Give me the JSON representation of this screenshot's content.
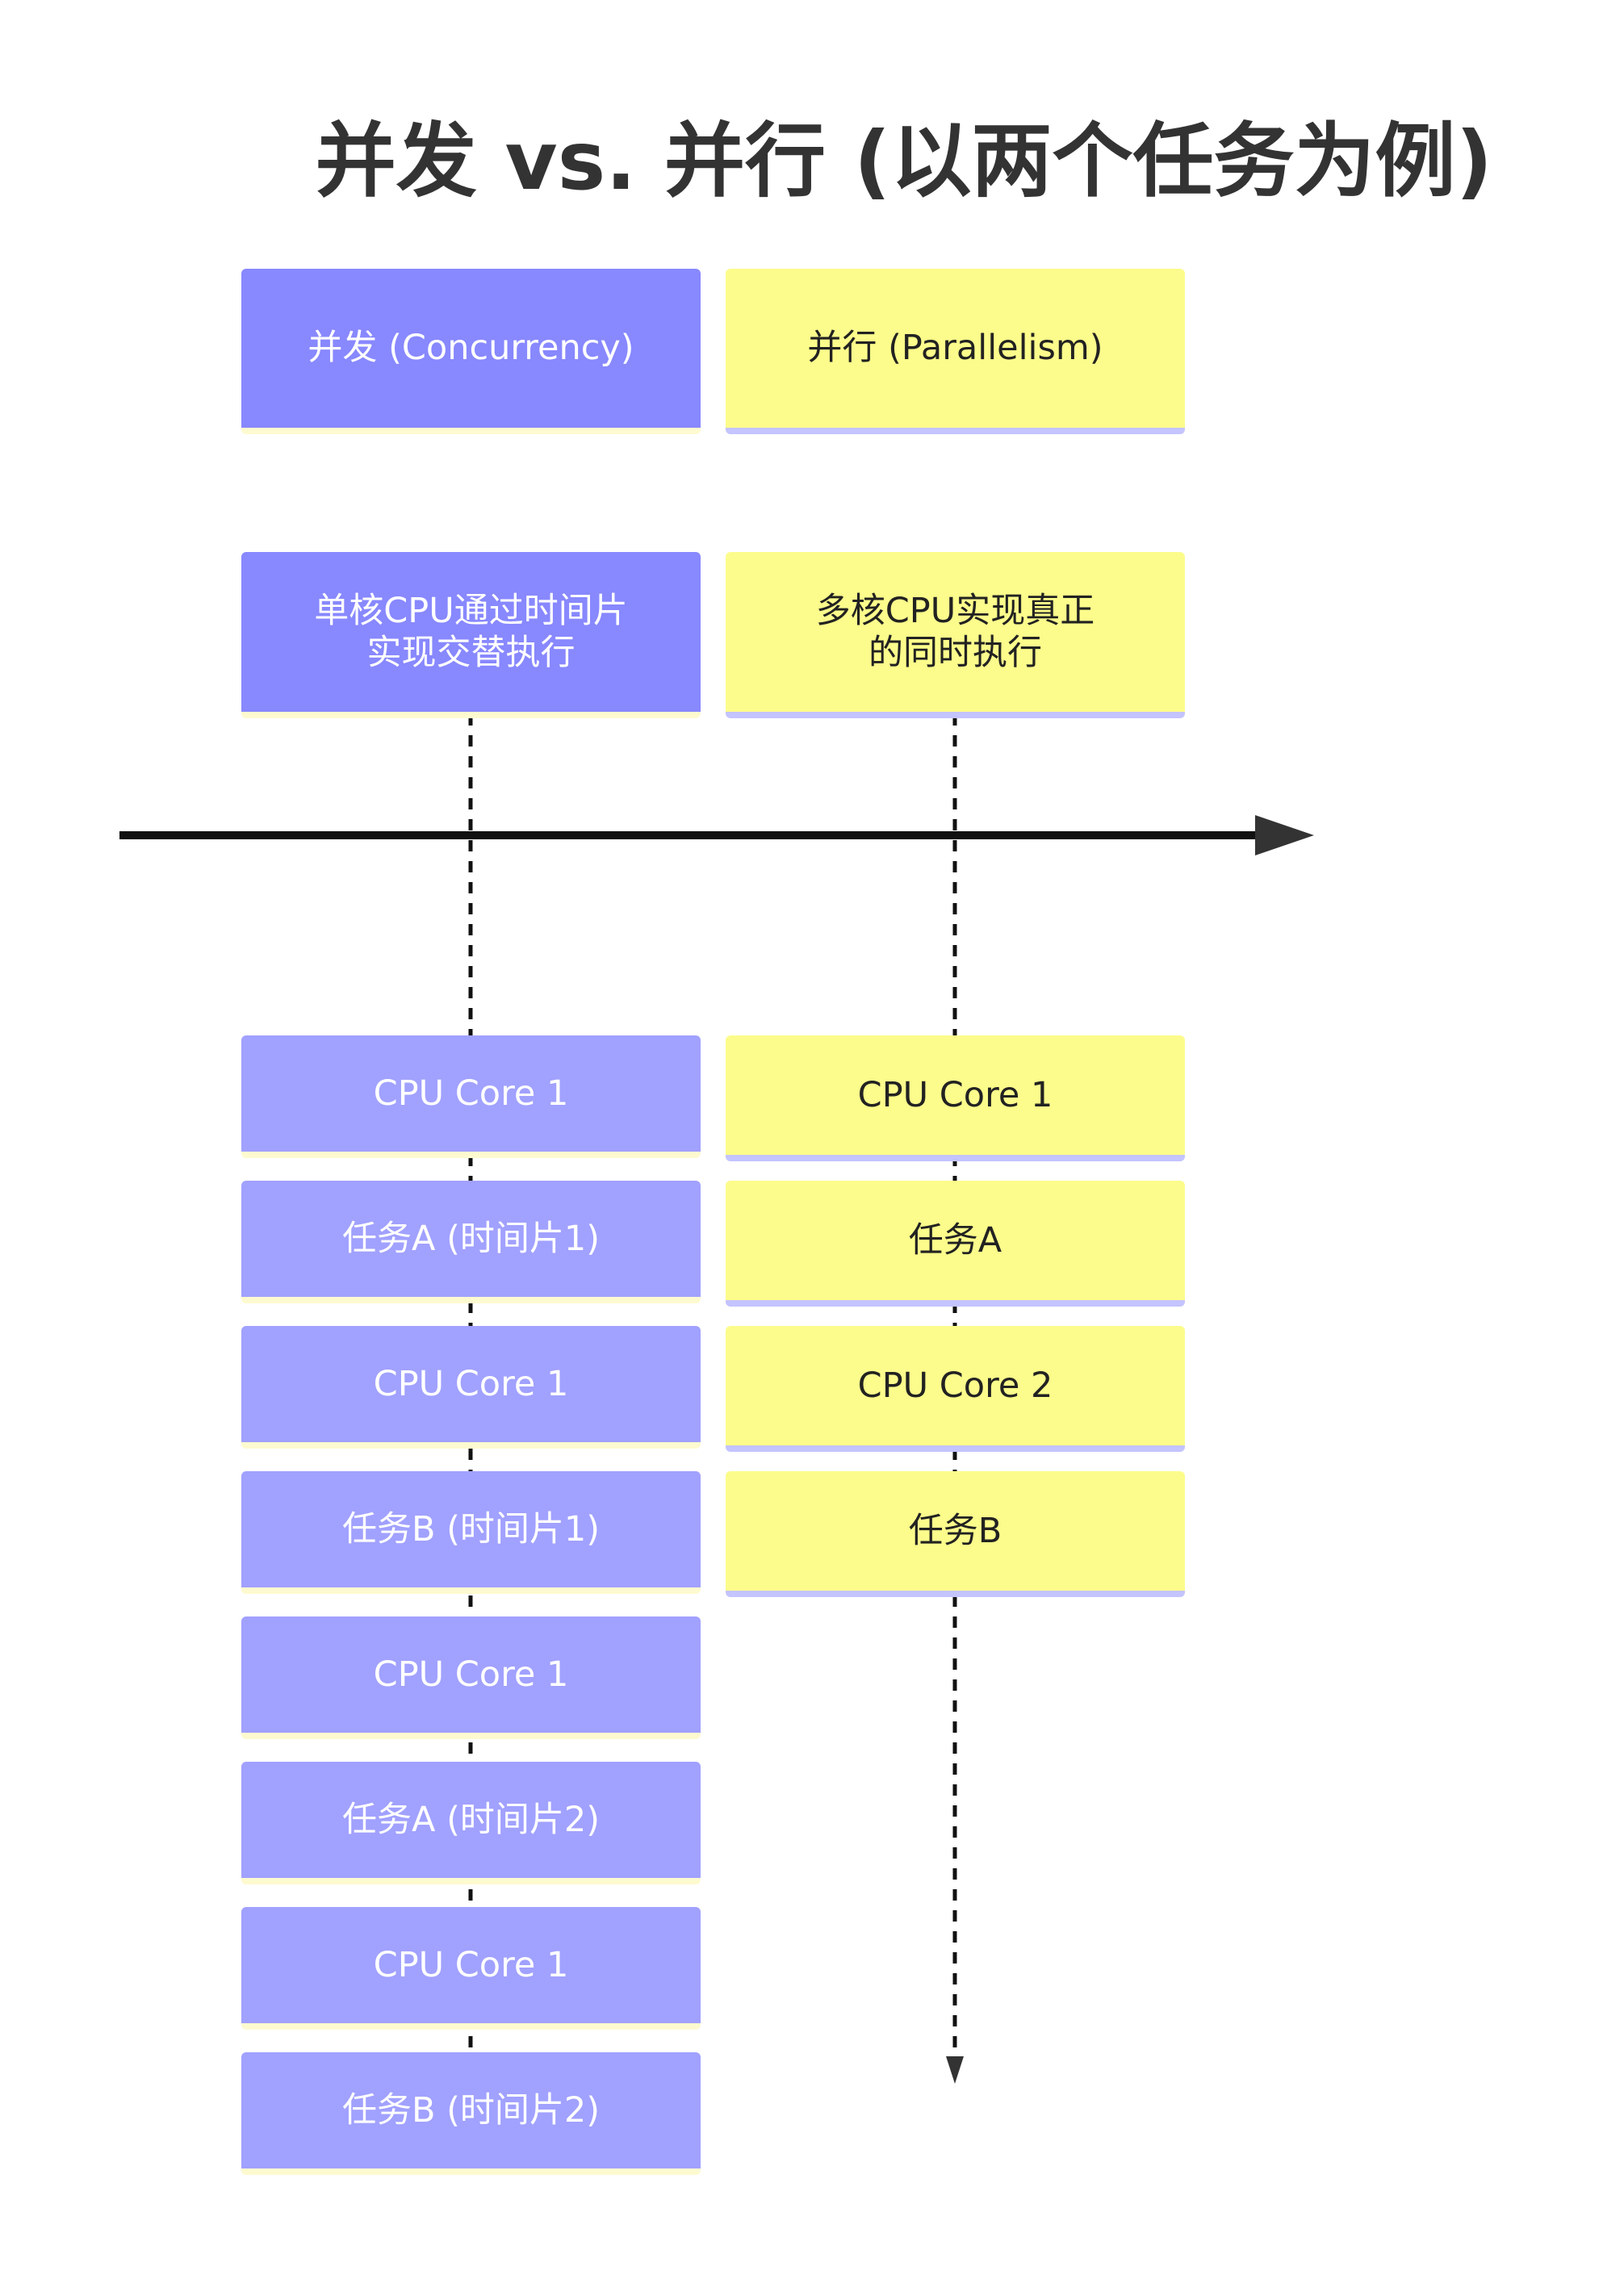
{
  "title": "并发 vs. 并行 (以两个任务为例)",
  "concurrency": {
    "header": "并发 (Concurrency)",
    "description_lines": [
      "单核CPU通过时间片",
      "实现交替执行"
    ],
    "steps": [
      "CPU Core 1",
      "任务A (时间片1)",
      "CPU Core 1",
      "任务B (时间片1)",
      "CPU Core 1",
      "任务A (时间片2)",
      "CPU Core 1",
      "任务B (时间片2)"
    ]
  },
  "parallelism": {
    "header": "并行 (Parallelism)",
    "description_lines": [
      "多核CPU实现真正",
      "的同时执行"
    ],
    "steps": [
      "CPU Core 1",
      "任务A",
      "CPU Core 2",
      "任务B"
    ]
  },
  "colors": {
    "concurrency_fill": "#8888ff",
    "concurrency_step_fill": "#a1a1ff",
    "parallelism_fill": "#fcfc8c",
    "timeline_arrow": "#111111",
    "connector": "#111111"
  }
}
